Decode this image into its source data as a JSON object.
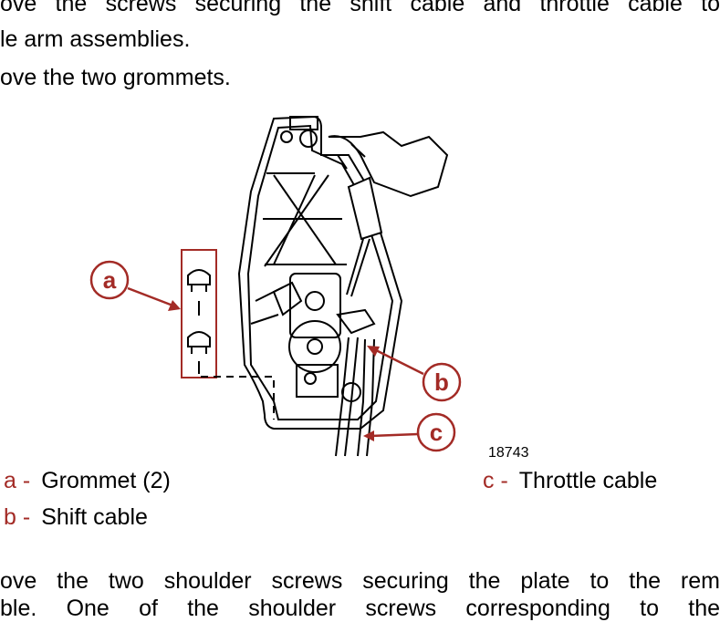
{
  "text": {
    "line1": "ove the screws securing the shift cable and throttle cable to",
    "line2": "le arm assemblies.",
    "line3": "ove the two grommets.",
    "line4": "ove the two shoulder screws securing the plate to the rem",
    "line5": "ble. One of the shoulder screws corresponding to the"
  },
  "figure": {
    "number": "18743",
    "callouts": {
      "a": "a",
      "b": "b",
      "c": "c"
    }
  },
  "legend": {
    "a": {
      "key": "a -",
      "label": "Grommet (2)"
    },
    "b": {
      "key": "b -",
      "label": "Shift cable"
    },
    "c": {
      "key": "c -",
      "label": "Throttle cable"
    }
  },
  "colors": {
    "accent": "#a32b26",
    "ink": "#000000"
  }
}
